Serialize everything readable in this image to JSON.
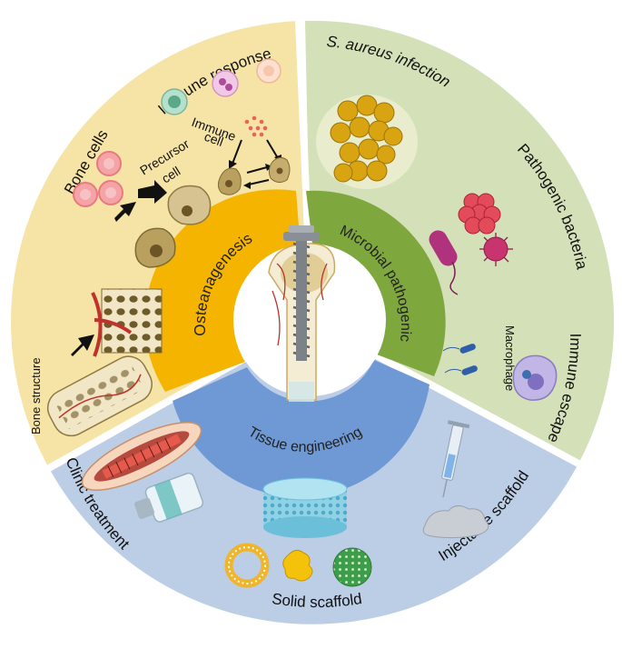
{
  "colors": {
    "osteo_outer": "#f6e3a6",
    "micro_outer": "#d4e1b8",
    "tissue_outer": "#bccde6",
    "osteo_inner": "#f4b400",
    "micro_inner": "#7ea83e",
    "tissue_inner": "#6f99d4",
    "divider": "#ffffff"
  },
  "inner_ring": {
    "osteo": "Osteanagenesis",
    "micro": "Microbial pathogenic",
    "tissue": "Tissue engineering"
  },
  "osteo": {
    "immune_response": "Immune response",
    "bone_cells": "Bone cells",
    "precursor_line1": "Precursor",
    "precursor_line2": "cell",
    "immune_line1": "Immune",
    "immune_line2": "cell",
    "bone_structure": "Bone structure"
  },
  "micro": {
    "infection": "S. aureus infection",
    "pathogenic_bacteria": "Pathogenic bacteria",
    "immune_escape": "Immune escape",
    "macrophage": "Macrophage"
  },
  "tissue": {
    "clinic_treatment": "Clinic treatment",
    "injectable_scaffold": "Injectable scaffold",
    "solid_scaffold": "Solid scaffold"
  },
  "icons": [
    "screw-implant-icon",
    "bone-tissue-icon",
    "precursor-cell-icon",
    "osteoclast-icon",
    "immune-cell-icon",
    "staphylococcus-cluster-icon",
    "bacteria-icon",
    "macrophage-icon",
    "syringe-icon",
    "hydrogel-icon",
    "porous-scaffold-icon",
    "vial-icon",
    "bone-graft-icon",
    "ring-scaffold-icon"
  ]
}
